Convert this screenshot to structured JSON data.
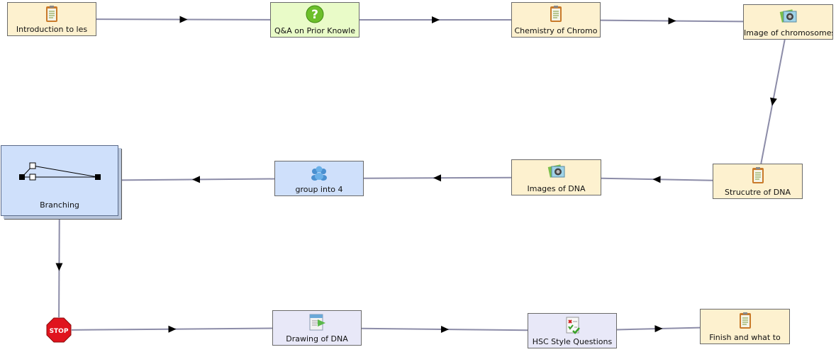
{
  "nodes": [
    {
      "id": "intro",
      "label": "Introduction to les",
      "type": "doc",
      "icon": "document-icon"
    },
    {
      "id": "qa",
      "label": "Q&A on Prior Knowle",
      "type": "qa",
      "icon": "question-icon"
    },
    {
      "id": "chem",
      "label": "Chemistry of Chromo",
      "type": "doc",
      "icon": "document-icon"
    },
    {
      "id": "imgchrom",
      "label": "Image of chromosomes",
      "type": "img",
      "icon": "image-icon"
    },
    {
      "id": "struct",
      "label": "Strucutre of DNA",
      "type": "doc",
      "icon": "document-icon"
    },
    {
      "id": "imgdna",
      "label": "Images of DNA",
      "type": "img",
      "icon": "image-icon"
    },
    {
      "id": "group",
      "label": "group into 4",
      "type": "grp",
      "icon": "group-icon"
    },
    {
      "id": "branch",
      "label": "Branching",
      "type": "branch",
      "icon": "branching-icon"
    },
    {
      "id": "drawing",
      "label": "Drawing of DNA",
      "type": "lav",
      "icon": "drawing-icon"
    },
    {
      "id": "hsc",
      "label": "HSC Style Questions",
      "type": "lav",
      "icon": "checklist-icon"
    },
    {
      "id": "finish",
      "label": "Finish and what to",
      "type": "doc",
      "icon": "document-icon"
    }
  ],
  "stop": {
    "label": "STOP",
    "icon": "stop-icon",
    "color": "#e0141e"
  },
  "edges": [
    [
      "intro",
      "qa"
    ],
    [
      "qa",
      "chem"
    ],
    [
      "chem",
      "imgchrom"
    ],
    [
      "imgchrom",
      "struct"
    ],
    [
      "struct",
      "imgdna"
    ],
    [
      "imgdna",
      "group"
    ],
    [
      "group",
      "branch"
    ],
    [
      "branch",
      "stop"
    ],
    [
      "stop",
      "drawing"
    ],
    [
      "drawing",
      "hsc"
    ],
    [
      "hsc",
      "finish"
    ]
  ],
  "colors": {
    "edge": "#8c8ca8",
    "arrow": "#000000"
  }
}
